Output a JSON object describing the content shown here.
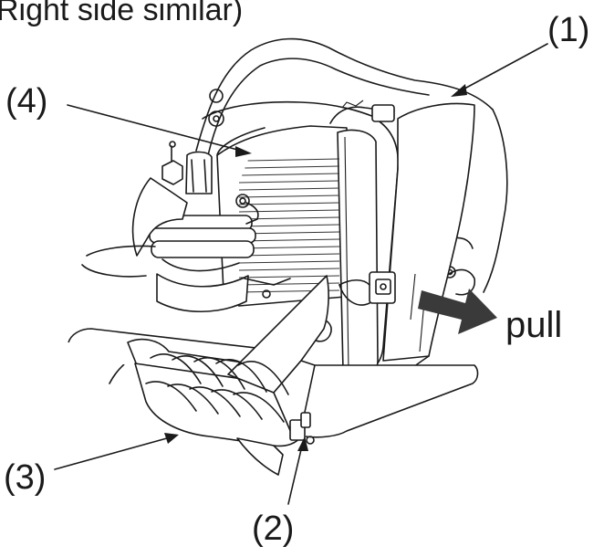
{
  "caption": "Right side similar)",
  "callouts": {
    "c1": "(1)",
    "c2": "(2)",
    "c3": "(3)",
    "c4": "(4)"
  },
  "direction": {
    "pull": "pull"
  },
  "colors": {
    "ink": "#1a1a1a",
    "arrow": "#3a3a3a",
    "background": "#ffffff"
  }
}
